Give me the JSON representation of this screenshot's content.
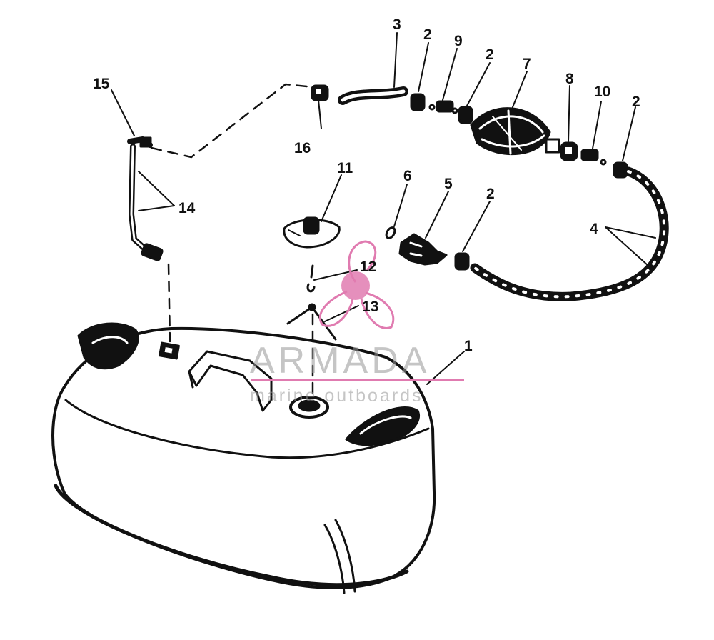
{
  "callouts": {
    "c1": "1",
    "c2a": "2",
    "c2b": "2",
    "c2c": "2",
    "c2d": "2",
    "c3": "3",
    "c4": "4",
    "c5": "5",
    "c6": "6",
    "c7": "7",
    "c8": "8",
    "c9": "9",
    "c10": "10",
    "c11": "11",
    "c12": "12",
    "c13": "13",
    "c14": "14",
    "c15": "15",
    "c16": "16"
  },
  "watermark": {
    "brand": "ARMADA",
    "tagline": "marine outboards",
    "logo_color": "#e07bb0"
  }
}
